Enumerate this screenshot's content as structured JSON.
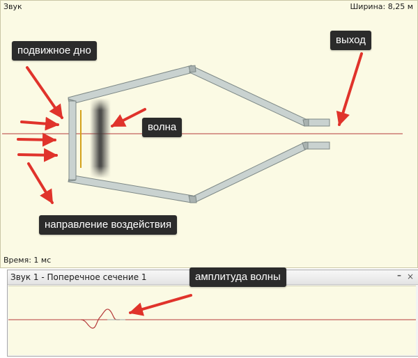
{
  "window": {
    "title": "Звук",
    "width_readout": "Ширина: 8,25 м",
    "time_readout": "Время: 1 мс"
  },
  "callouts": {
    "moving_bottom": "подвижное дно",
    "exit": "выход",
    "wave": "волна",
    "direction": "направление воздействия",
    "amplitude": "амплитуда волны"
  },
  "cross_section": {
    "title": "Звук 1 - Поперечное сечение 1",
    "minimize_label": "–",
    "close_label": "×"
  },
  "colors": {
    "background": "#fbfae4",
    "axis_line": "#b53a3a",
    "pipe_fill": "#c9d2d0",
    "pipe_stroke": "#7d8886",
    "arrow": "#e0332b",
    "callout_bg": "#2b2b2b",
    "piston_line": "#d4a21a"
  },
  "icons": {
    "minimize": "minimize-icon",
    "close": "close-icon"
  }
}
